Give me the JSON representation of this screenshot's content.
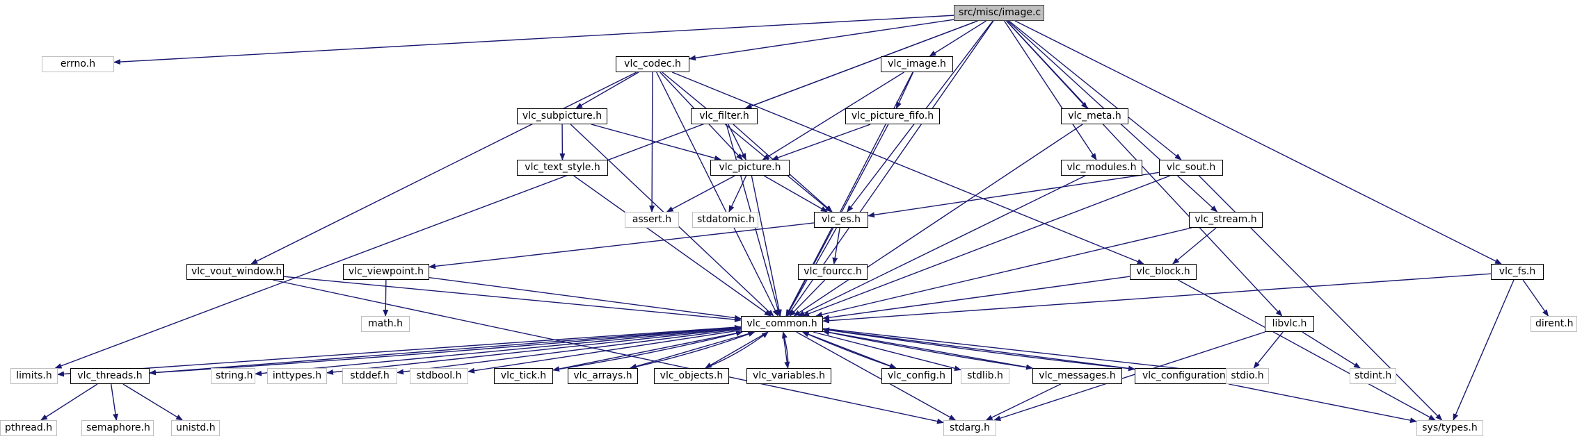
{
  "colors": {
    "edge": "#191970",
    "documented_border": "#000000",
    "system_border": "#bfbfbf",
    "root_fill": "#bfbfbf"
  },
  "root": "src/misc/image.c",
  "nodes": {
    "image_c": {
      "label": "src/misc/image.c",
      "kind": "root"
    },
    "errno": {
      "label": "errno.h",
      "kind": "sys"
    },
    "vlc_codec": {
      "label": "vlc_codec.h",
      "kind": "doc"
    },
    "vlc_image": {
      "label": "vlc_image.h",
      "kind": "doc"
    },
    "vlc_subpicture": {
      "label": "vlc_subpicture.h",
      "kind": "doc"
    },
    "vlc_filter": {
      "label": "vlc_filter.h",
      "kind": "doc"
    },
    "vlc_picture_fifo": {
      "label": "vlc_picture_fifo.h",
      "kind": "doc"
    },
    "vlc_meta": {
      "label": "vlc_meta.h",
      "kind": "doc"
    },
    "vlc_text_style": {
      "label": "vlc_text_style.h",
      "kind": "doc"
    },
    "vlc_picture": {
      "label": "vlc_picture.h",
      "kind": "doc"
    },
    "vlc_modules": {
      "label": "vlc_modules.h",
      "kind": "doc"
    },
    "vlc_sout": {
      "label": "vlc_sout.h",
      "kind": "doc"
    },
    "assert": {
      "label": "assert.h",
      "kind": "sys"
    },
    "stdatomic": {
      "label": "stdatomic.h",
      "kind": "sys"
    },
    "vlc_es": {
      "label": "vlc_es.h",
      "kind": "doc"
    },
    "vlc_stream": {
      "label": "vlc_stream.h",
      "kind": "doc"
    },
    "vlc_vout_window": {
      "label": "vlc_vout_window.h",
      "kind": "doc"
    },
    "vlc_viewpoint": {
      "label": "vlc_viewpoint.h",
      "kind": "doc"
    },
    "vlc_fourcc": {
      "label": "vlc_fourcc.h",
      "kind": "doc"
    },
    "vlc_block": {
      "label": "vlc_block.h",
      "kind": "doc"
    },
    "vlc_fs": {
      "label": "vlc_fs.h",
      "kind": "doc"
    },
    "math": {
      "label": "math.h",
      "kind": "sys"
    },
    "vlc_common": {
      "label": "vlc_common.h",
      "kind": "doc"
    },
    "libvlc": {
      "label": "libvlc.h",
      "kind": "doc"
    },
    "dirent": {
      "label": "dirent.h",
      "kind": "sys"
    },
    "limits": {
      "label": "limits.h",
      "kind": "sys"
    },
    "vlc_threads": {
      "label": "vlc_threads.h",
      "kind": "doc"
    },
    "string": {
      "label": "string.h",
      "kind": "sys"
    },
    "inttypes": {
      "label": "inttypes.h",
      "kind": "sys"
    },
    "stddef": {
      "label": "stddef.h",
      "kind": "sys"
    },
    "stdbool": {
      "label": "stdbool.h",
      "kind": "sys"
    },
    "vlc_tick": {
      "label": "vlc_tick.h",
      "kind": "doc"
    },
    "vlc_arrays": {
      "label": "vlc_arrays.h",
      "kind": "doc"
    },
    "vlc_objects": {
      "label": "vlc_objects.h",
      "kind": "doc"
    },
    "vlc_variables": {
      "label": "vlc_variables.h",
      "kind": "doc"
    },
    "vlc_config": {
      "label": "vlc_config.h",
      "kind": "doc"
    },
    "stdlib": {
      "label": "stdlib.h",
      "kind": "sys"
    },
    "vlc_messages": {
      "label": "vlc_messages.h",
      "kind": "doc"
    },
    "vlc_configuration": {
      "label": "vlc_configuration.h",
      "kind": "doc"
    },
    "stdio": {
      "label": "stdio.h",
      "kind": "sys"
    },
    "stdint": {
      "label": "stdint.h",
      "kind": "sys"
    },
    "pthread": {
      "label": "pthread.h",
      "kind": "sys"
    },
    "semaphore": {
      "label": "semaphore.h",
      "kind": "sys"
    },
    "unistd": {
      "label": "unistd.h",
      "kind": "sys"
    },
    "stdarg": {
      "label": "stdarg.h",
      "kind": "sys"
    },
    "sys_types": {
      "label": "sys/types.h",
      "kind": "sys"
    }
  },
  "edges": [
    [
      "image_c",
      "errno"
    ],
    [
      "image_c",
      "vlc_codec"
    ],
    [
      "image_c",
      "vlc_image"
    ],
    [
      "image_c",
      "vlc_filter"
    ],
    [
      "image_c",
      "vlc_es"
    ],
    [
      "image_c",
      "vlc_meta"
    ],
    [
      "image_c",
      "vlc_modules"
    ],
    [
      "image_c",
      "vlc_sout"
    ],
    [
      "image_c",
      "vlc_stream"
    ],
    [
      "image_c",
      "libvlc"
    ],
    [
      "image_c",
      "vlc_fs"
    ],
    [
      "image_c",
      "limits"
    ],
    [
      "image_c",
      "vlc_common"
    ],
    [
      "vlc_codec",
      "vlc_subpicture"
    ],
    [
      "vlc_codec",
      "vlc_picture"
    ],
    [
      "vlc_codec",
      "assert"
    ],
    [
      "vlc_codec",
      "vlc_es"
    ],
    [
      "vlc_codec",
      "vlc_vout_window"
    ],
    [
      "vlc_codec",
      "vlc_block"
    ],
    [
      "vlc_codec",
      "vlc_common"
    ],
    [
      "vlc_image",
      "vlc_picture"
    ],
    [
      "vlc_image",
      "vlc_picture_fifo"
    ],
    [
      "vlc_image",
      "vlc_common"
    ],
    [
      "vlc_subpicture",
      "vlc_text_style"
    ],
    [
      "vlc_subpicture",
      "vlc_picture"
    ],
    [
      "vlc_subpicture",
      "vlc_common"
    ],
    [
      "vlc_filter",
      "vlc_picture"
    ],
    [
      "vlc_filter",
      "vlc_es"
    ],
    [
      "vlc_filter",
      "vlc_common"
    ],
    [
      "vlc_picture_fifo",
      "vlc_picture"
    ],
    [
      "vlc_picture_fifo",
      "vlc_common"
    ],
    [
      "vlc_meta",
      "vlc_common"
    ],
    [
      "vlc_text_style",
      "vlc_common"
    ],
    [
      "vlc_picture",
      "assert"
    ],
    [
      "vlc_picture",
      "stdatomic"
    ],
    [
      "vlc_picture",
      "vlc_es"
    ],
    [
      "vlc_picture",
      "vlc_common"
    ],
    [
      "vlc_modules",
      "vlc_common"
    ],
    [
      "vlc_sout",
      "vlc_es"
    ],
    [
      "vlc_sout",
      "vlc_common"
    ],
    [
      "vlc_sout",
      "sys_types"
    ],
    [
      "vlc_es",
      "vlc_viewpoint"
    ],
    [
      "vlc_es",
      "vlc_fourcc"
    ],
    [
      "vlc_es",
      "vlc_common"
    ],
    [
      "vlc_stream",
      "vlc_block"
    ],
    [
      "vlc_stream",
      "vlc_common"
    ],
    [
      "vlc_vout_window",
      "vlc_common"
    ],
    [
      "vlc_vout_window",
      "stdarg"
    ],
    [
      "vlc_viewpoint",
      "math"
    ],
    [
      "vlc_viewpoint",
      "vlc_common"
    ],
    [
      "vlc_fourcc",
      "vlc_common"
    ],
    [
      "vlc_block",
      "vlc_common"
    ],
    [
      "vlc_block",
      "sys_types"
    ],
    [
      "vlc_fs",
      "vlc_common"
    ],
    [
      "vlc_fs",
      "dirent"
    ],
    [
      "vlc_fs",
      "sys_types"
    ],
    [
      "vlc_common",
      "limits"
    ],
    [
      "vlc_common",
      "vlc_threads"
    ],
    [
      "vlc_common",
      "string"
    ],
    [
      "vlc_common",
      "inttypes"
    ],
    [
      "vlc_common",
      "stddef"
    ],
    [
      "vlc_common",
      "stdbool"
    ],
    [
      "vlc_common",
      "vlc_tick"
    ],
    [
      "vlc_common",
      "vlc_arrays"
    ],
    [
      "vlc_common",
      "vlc_objects"
    ],
    [
      "vlc_common",
      "vlc_variables"
    ],
    [
      "vlc_common",
      "vlc_config"
    ],
    [
      "vlc_common",
      "stdlib"
    ],
    [
      "vlc_common",
      "vlc_messages"
    ],
    [
      "vlc_common",
      "vlc_configuration"
    ],
    [
      "vlc_common",
      "stdio"
    ],
    [
      "vlc_common",
      "stdarg"
    ],
    [
      "vlc_threads",
      "vlc_common"
    ],
    [
      "vlc_tick",
      "vlc_common"
    ],
    [
      "vlc_arrays",
      "vlc_common"
    ],
    [
      "vlc_objects",
      "vlc_common"
    ],
    [
      "vlc_variables",
      "vlc_common"
    ],
    [
      "vlc_config",
      "vlc_common"
    ],
    [
      "vlc_messages",
      "vlc_common"
    ],
    [
      "vlc_configuration",
      "vlc_common"
    ],
    [
      "vlc_threads",
      "pthread"
    ],
    [
      "vlc_threads",
      "semaphore"
    ],
    [
      "vlc_threads",
      "unistd"
    ],
    [
      "vlc_messages",
      "stdarg"
    ],
    [
      "vlc_configuration",
      "sys_types"
    ],
    [
      "libvlc",
      "stdio"
    ],
    [
      "libvlc",
      "stdint"
    ],
    [
      "libvlc",
      "stdarg"
    ]
  ]
}
